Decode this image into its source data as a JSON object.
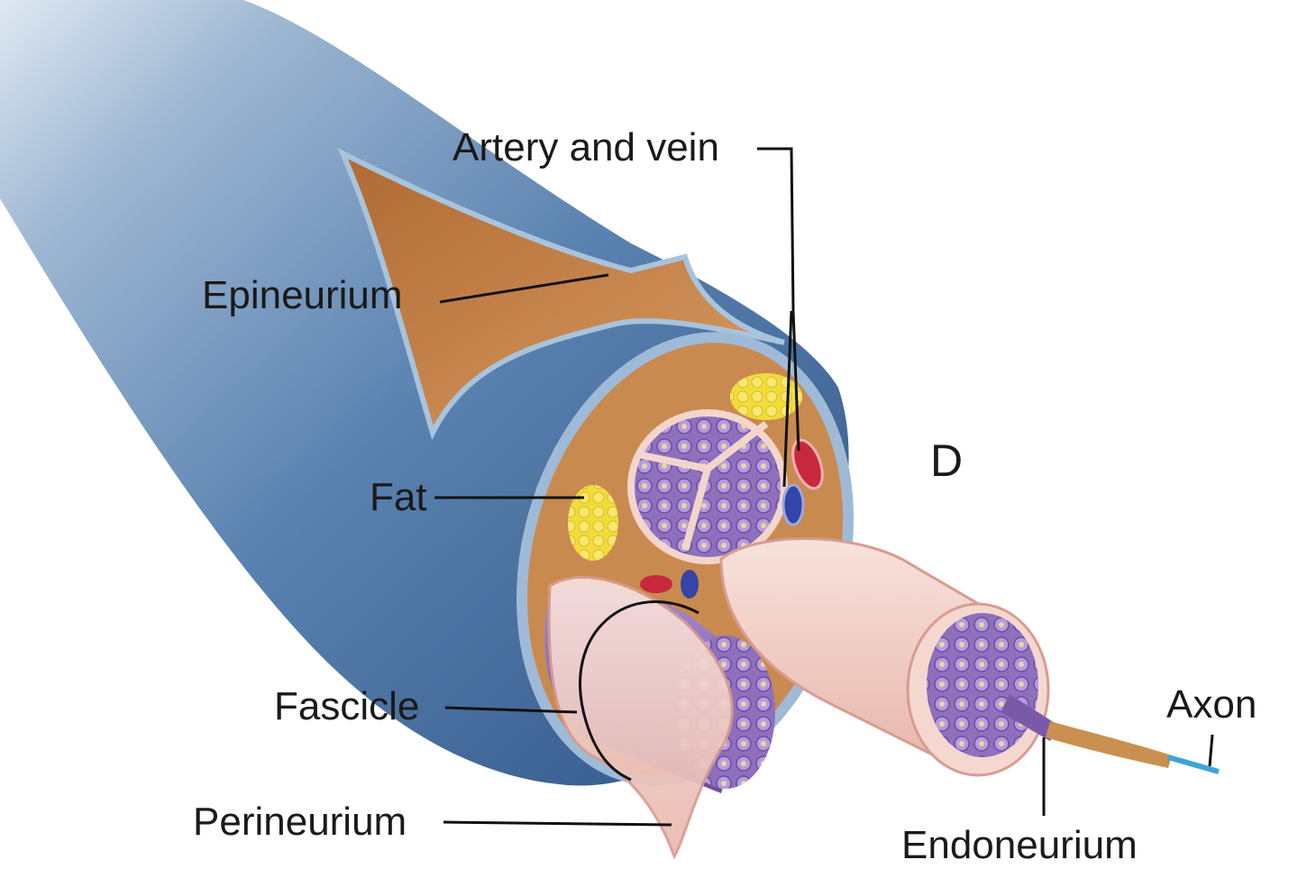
{
  "diagram": {
    "panel_letter": "D",
    "labels": {
      "artery_and_vein": "Artery and vein",
      "epineurium": "Epineurium",
      "fat": "Fat",
      "fascicle": "Fascicle",
      "perineurium": "Perineurium",
      "axon": "Axon",
      "endoneurium": "Endoneurium"
    }
  },
  "colors": {
    "nerve_blue": "#4f79a8",
    "epineurium_tan": "#c8864a",
    "fat_yellow": "#f2dc3c",
    "axon_purple": "#8a6fb8",
    "perineurium_pink": "#f2cfc8",
    "artery_red": "#c8283c",
    "vein_blue": "#3444a8",
    "axon_core": "#3aa6d8"
  }
}
